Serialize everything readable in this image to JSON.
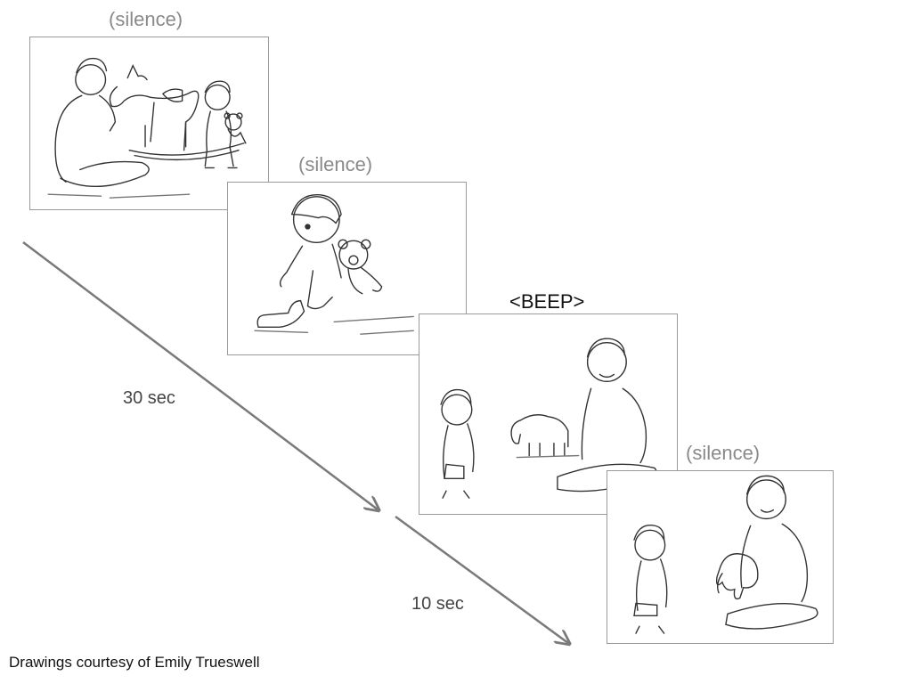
{
  "frames": [
    {
      "label": "(silence)",
      "scene": "parent-horse-child-teddy"
    },
    {
      "label": "(silence)",
      "scene": "child-teddy-shoe"
    },
    {
      "label": "<BEEP>",
      "scene": "child-elephant-parent-talking"
    },
    {
      "label": "(silence)",
      "scene": "child-parent-holding-elephant"
    }
  ],
  "durations": [
    {
      "label": "30 sec"
    },
    {
      "label": "10 sec"
    }
  ],
  "credit": "Drawings courtesy of Emily Trueswell",
  "colors": {
    "label": "#8a8a8a",
    "beep": "#111111",
    "arrow": "#7a7a7a",
    "frame_border": "#9a9a9a"
  }
}
